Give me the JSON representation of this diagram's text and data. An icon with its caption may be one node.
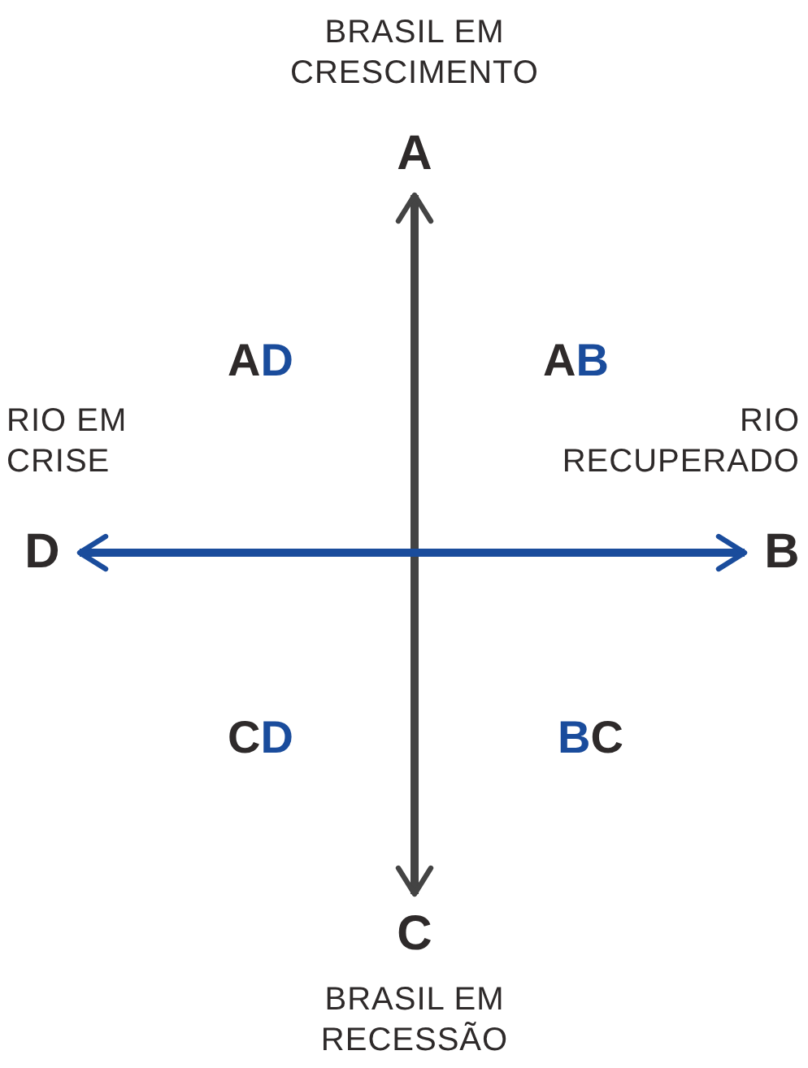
{
  "diagram": {
    "nodes": [
      {
        "text": [
          "A"
        ],
        "beside": [
          "BRASIL EM CRESCIMENTO"
        ]
      },
      {
        "text": [
          "B"
        ],
        "beside": [
          "RIO RECUPERADO"
        ]
      },
      {
        "text": [
          "C"
        ],
        "beside": [
          "BRASIL EM RECESSÃO"
        ]
      },
      {
        "text": [
          "D"
        ],
        "beside": [
          "RIO EM CRISE"
        ]
      }
    ],
    "edges": [
      {
        "from": 2,
        "to": 0,
        "arrow": "both",
        "color": "#444444"
      },
      {
        "from": 3,
        "to": 1,
        "arrow": "both",
        "color": "#1a4c9c"
      }
    ],
    "labels": [
      "AD",
      "AB",
      "CD",
      "BC"
    ]
  }
}
